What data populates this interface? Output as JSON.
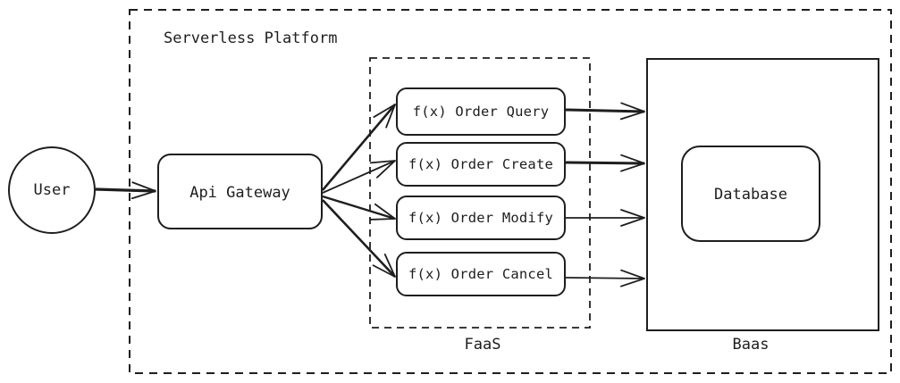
{
  "platform": {
    "label": "Serverless Platform"
  },
  "user": {
    "label": "User"
  },
  "gateway": {
    "label": "Api Gateway"
  },
  "faas": {
    "label": "FaaS",
    "functions": [
      {
        "label": "f(x) Order Query"
      },
      {
        "label": "f(x) Order Create"
      },
      {
        "label": "f(x) Order Modify"
      },
      {
        "label": "f(x) Order Cancel"
      }
    ]
  },
  "baas": {
    "label": "Baas",
    "database": {
      "label": "Database"
    }
  },
  "colors": {
    "stroke": "#1e1e1e",
    "background": "#ffffff"
  }
}
